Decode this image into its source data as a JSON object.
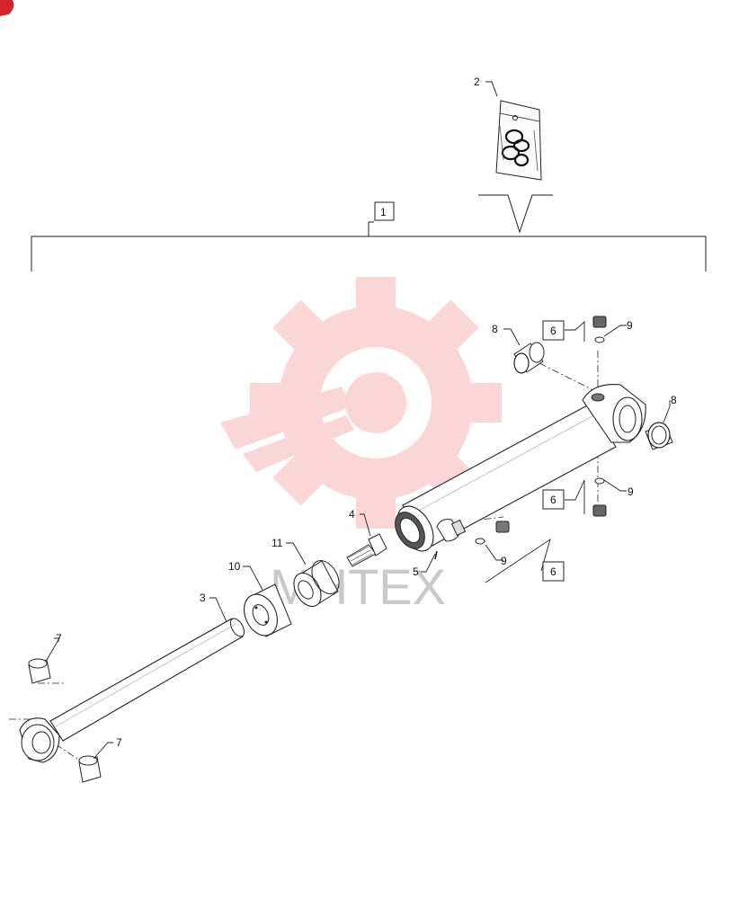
{
  "callouts": {
    "c1": "1",
    "c2": "2",
    "c3": "3",
    "c4": "4",
    "c5": "5",
    "c6a": "6",
    "c6b": "6",
    "c6c": "6",
    "c7a": "7",
    "c7b": "7",
    "c8a": "8",
    "c8b": "8",
    "c9a": "9",
    "c9b": "9",
    "c9c": "9",
    "c10": "10",
    "c11": "11"
  },
  "watermark": {
    "text": "MHTEX",
    "color": "#f04a4a"
  }
}
